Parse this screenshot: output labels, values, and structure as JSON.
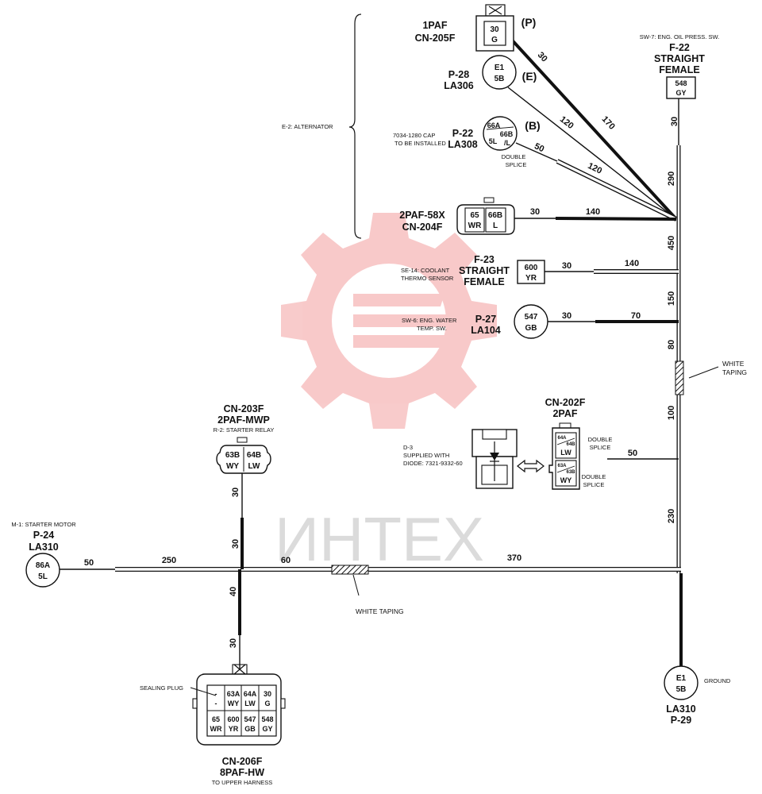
{
  "watermark": {
    "text": "ИНТЕХ"
  },
  "alternator": {
    "group_label": "E-2: ALTERNATOR",
    "cap_note_1": "7034-1280 CAP",
    "cap_note_2": "TO BE INSTALLED",
    "double_splice_1": "DOUBLE",
    "double_splice_2": "SPLICE"
  },
  "connectors": {
    "c1paf": {
      "name": "1PAF",
      "code": "CN-205F",
      "pin_num": "30",
      "pin_color": "G",
      "tag": "(P)"
    },
    "p28": {
      "name": "P-28",
      "code": "LA306",
      "pin_num": "E1",
      "pin_color": "5B",
      "tag": "(E)"
    },
    "p22": {
      "name": "P-22",
      "code": "LA308",
      "pin_a": "66A",
      "pin_b": "66B",
      "pin_color": "5L",
      "pin_color2": "/L",
      "tag": "(B)"
    },
    "c2paf58x": {
      "name": "2PAF-58X",
      "code": "CN-204F",
      "pin1_num": "65",
      "pin1_color": "WR",
      "pin2_num": "66B",
      "pin2_color": "L"
    },
    "f22": {
      "desc": "SW-7: ENG. OIL PRESS. SW.",
      "name": "F-22",
      "type_1": "STRAIGHT",
      "type_2": "FEMALE",
      "pin_num": "548",
      "pin_color": "GY"
    },
    "f23": {
      "desc_1": "SE-14: COOLANT",
      "desc_2": "THERMO SENSOR",
      "name": "F-23",
      "type_1": "STRAIGHT",
      "type_2": "FEMALE",
      "pin_num": "600",
      "pin_color": "YR"
    },
    "p27": {
      "desc_1": "SW-6: ENG. WATER",
      "desc_2": "TEMP. SW.",
      "name": "P-27",
      "code": "LA104",
      "pin_num": "547",
      "pin_color": "GB"
    },
    "cn203f": {
      "name": "CN-203F",
      "code": "2PAF-MWP",
      "desc": "R-2: STARTER RELAY",
      "pin1_num": "63B",
      "pin1_color": "WY",
      "pin2_num": "64B",
      "pin2_color": "LW"
    },
    "cn202f": {
      "name": "CN-202F",
      "code": "2PAF",
      "p64a": "64A",
      "p64b": "64B",
      "p_lw": "LW",
      "p63a": "63A",
      "p63b": "63B",
      "p_wy": "WY",
      "ds1_1": "DOUBLE",
      "ds1_2": "SPLICE",
      "ds2_1": "DOUBLE",
      "ds2_2": "SPLICE"
    },
    "d3": {
      "name": "D-3",
      "note_1": "SUPPLIED WITH",
      "note_2": "DIODE: 7321-9332-60"
    },
    "p24": {
      "desc": "M-1: STARTER MOTOR",
      "name": "P-24",
      "code": "LA310",
      "pin_num": "86A",
      "pin_color": "5L"
    },
    "p29": {
      "desc": "GROUND",
      "code": "LA310",
      "name": "P-29",
      "pin_num": "E1",
      "pin_color": "5B"
    },
    "cn206f": {
      "name": "CN-206F",
      "code": "8PAF-HW",
      "note": "TO UPPER HARNESS",
      "plug_label": "SEALING PLUG",
      "cells": [
        {
          "num": "-",
          "color": "-"
        },
        {
          "num": "63A",
          "color": "WY"
        },
        {
          "num": "64A",
          "color": "LW"
        },
        {
          "num": "30",
          "color": "G"
        },
        {
          "num": "65",
          "color": "WR"
        },
        {
          "num": "600",
          "color": "YR"
        },
        {
          "num": "547",
          "color": "GB"
        },
        {
          "num": "548",
          "color": "GY"
        }
      ]
    }
  },
  "white_taping_1": "WHITE TAPING",
  "white_taping_2a": "WHITE",
  "white_taping_2b": "TAPING",
  "lengths": {
    "w1paf": "30",
    "w170": "170",
    "w120a": "120",
    "w50alt": "50",
    "w120b": "120",
    "w30a": "30",
    "w140a": "140",
    "w30b": "30",
    "w140b": "140",
    "w30c": "30",
    "w70": "70",
    "v30": "30",
    "v290": "290",
    "v450": "450",
    "v150": "150",
    "v80": "80",
    "v100": "100",
    "v230": "230",
    "h50cn202": "50",
    "h50p24": "50",
    "h250": "250",
    "h60": "60",
    "h370": "370",
    "r30a": "30",
    "r30b": "30",
    "r40": "40",
    "r30c": "30"
  }
}
